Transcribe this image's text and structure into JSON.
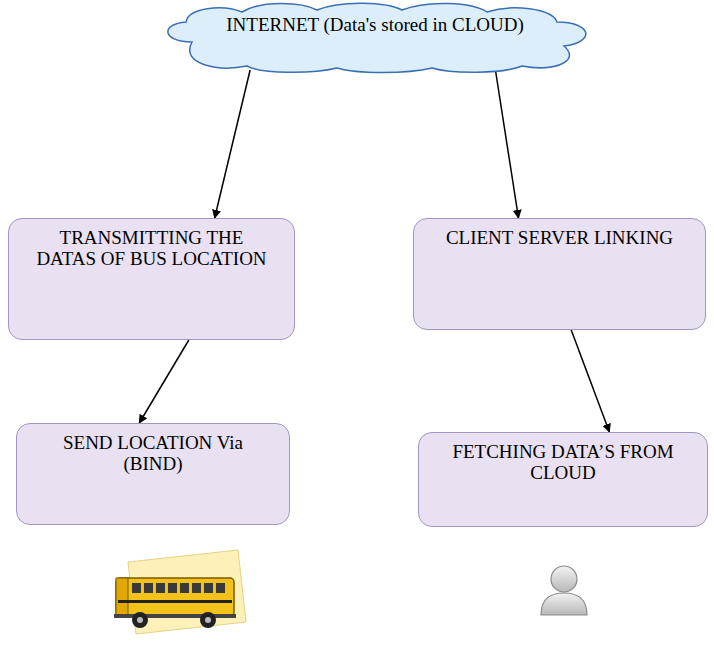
{
  "diagram": {
    "nodes": [
      {
        "text": [
          "INTERNET (Data's stored in CLOUD)"
        ]
      },
      {
        "text": [
          "TRANSMITTING THE DATAS OF BUS LOCATION"
        ]
      },
      {
        "text": [
          "CLIENT SERVER LINKING"
        ]
      },
      {
        "text": [
          "SEND LOCATION Via (BIND)"
        ]
      },
      {
        "text": [
          "FETCHING DATA’S FROM CLOUD"
        ]
      }
    ],
    "edges": [
      {
        "from": 0,
        "to": 1,
        "arrow": "to"
      },
      {
        "from": 0,
        "to": 2,
        "arrow": "to"
      },
      {
        "from": 1,
        "to": 3,
        "arrow": "to"
      },
      {
        "from": 2,
        "to": 4,
        "arrow": "to"
      }
    ]
  }
}
